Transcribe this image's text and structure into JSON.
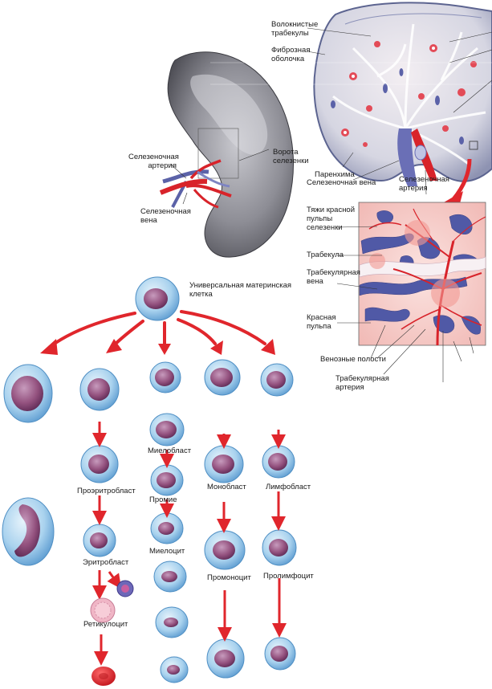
{
  "spleen": {
    "fibrous_trabeculae": "Волокнистые\nтрабекулы",
    "fibrous_capsule": "Фиброзная\nоболочка",
    "splenic_artery_left": "Селезеночная\nартерия",
    "splenic_vein_left": "Селезеночная\nвена",
    "hilum": "Ворота\nселезенки",
    "parenchyma": "Паренхима",
    "splenic_vein_section": "Селезеночная вена",
    "splenic_artery_section": "Селезеночная\nартерия"
  },
  "detail": {
    "red_pulp_cords": "Тяжи красной\nпульпы\nселезенки",
    "trabecula": "Трабекула",
    "trabecular_vein": "Трабекулярная\nвена",
    "red_pulp": "Красная\nпульпа",
    "venous_cavities": "Венозные полости",
    "trabecular_artery": "Трабекулярная\nартерия"
  },
  "hematopoiesis": {
    "stem_cell": "Универсальная материнская\nклетка",
    "proerythroblast": "Проэритробласт",
    "erythroblast": "Эритробласт",
    "reticulocyte": "Ретикулоцит",
    "myeloblast": "Миелобласт",
    "promyelocyte": "Промие",
    "myelocyte": "Миелоцит",
    "monoblast": "Монобласт",
    "promonocyte": "Промоноцит",
    "lymphoblast": "Лимфобласт",
    "prolymphocyte": "Пролимфоцит"
  },
  "colors": {
    "arrow_red": "#e0262c",
    "cell_blue": "#8fc3e6",
    "nucleus_purple": "#8a4a7c",
    "spleen_gray": "#6b6b72",
    "artery_red": "#d8232a",
    "vein_blue": "#5b62a8"
  }
}
